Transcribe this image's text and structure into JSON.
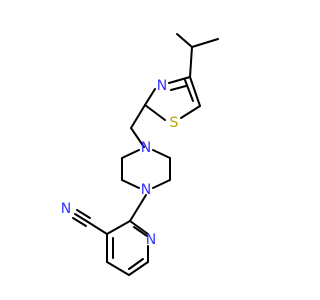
{
  "molecule": {
    "atoms": {
      "nitrile_n": "N",
      "thiazole_n": "N",
      "thiazole_s": "S",
      "piperazine_n_top": "N",
      "piperazine_n_bottom": "N",
      "pyridine_n": "N"
    },
    "colors": {
      "nitrogen": "#3333ff",
      "sulfur": "#b8a100",
      "bond": "#000000"
    }
  }
}
